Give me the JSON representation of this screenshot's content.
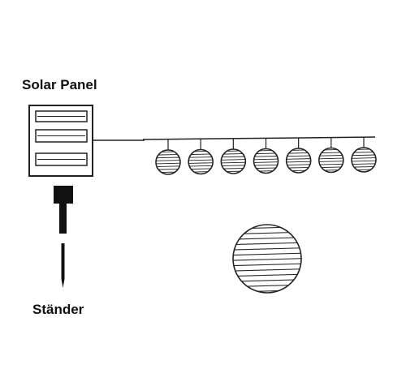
{
  "labels": {
    "solar_panel": "Solar Panel",
    "stand": "Ständer"
  },
  "components": {
    "solar_panel": {
      "slats": 3
    },
    "lantern_string": {
      "lantern_count": 7,
      "lantern_icon": "paper-lantern-icon"
    },
    "enlarged_lantern": {
      "icon": "paper-lantern-detail-icon"
    },
    "stake": {
      "icon": "ground-stake-icon"
    }
  },
  "colors": {
    "stroke": "#222222",
    "fill": "#ffffff",
    "solid": "#111111"
  }
}
